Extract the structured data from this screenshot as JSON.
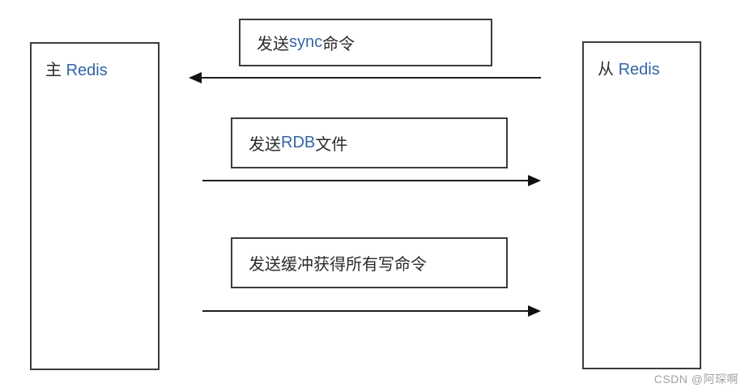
{
  "diagram": {
    "nodes": [
      {
        "prefix": "主 ",
        "latin": "Redis"
      },
      {
        "prefix": "从 ",
        "latin": "Redis"
      }
    ],
    "messages": [
      {
        "pre": "发送 ",
        "latin": "sync",
        "post": " 命令",
        "direction": "left"
      },
      {
        "pre": "发送 ",
        "latin": "RDB",
        "post": " 文件",
        "direction": "right"
      },
      {
        "pre": "发送缓冲获得所有写命令",
        "latin": "",
        "post": "",
        "direction": "right"
      }
    ]
  },
  "watermark": {
    "text": "CSDN @阿琛啊"
  },
  "colors": {
    "background": "#ffffff",
    "text": "#2b2b2b",
    "latin_accent": "#3465a8",
    "box_border": "#3c3c3c",
    "arrow": "#1f1f1f",
    "watermark": "#9fa2a6"
  }
}
